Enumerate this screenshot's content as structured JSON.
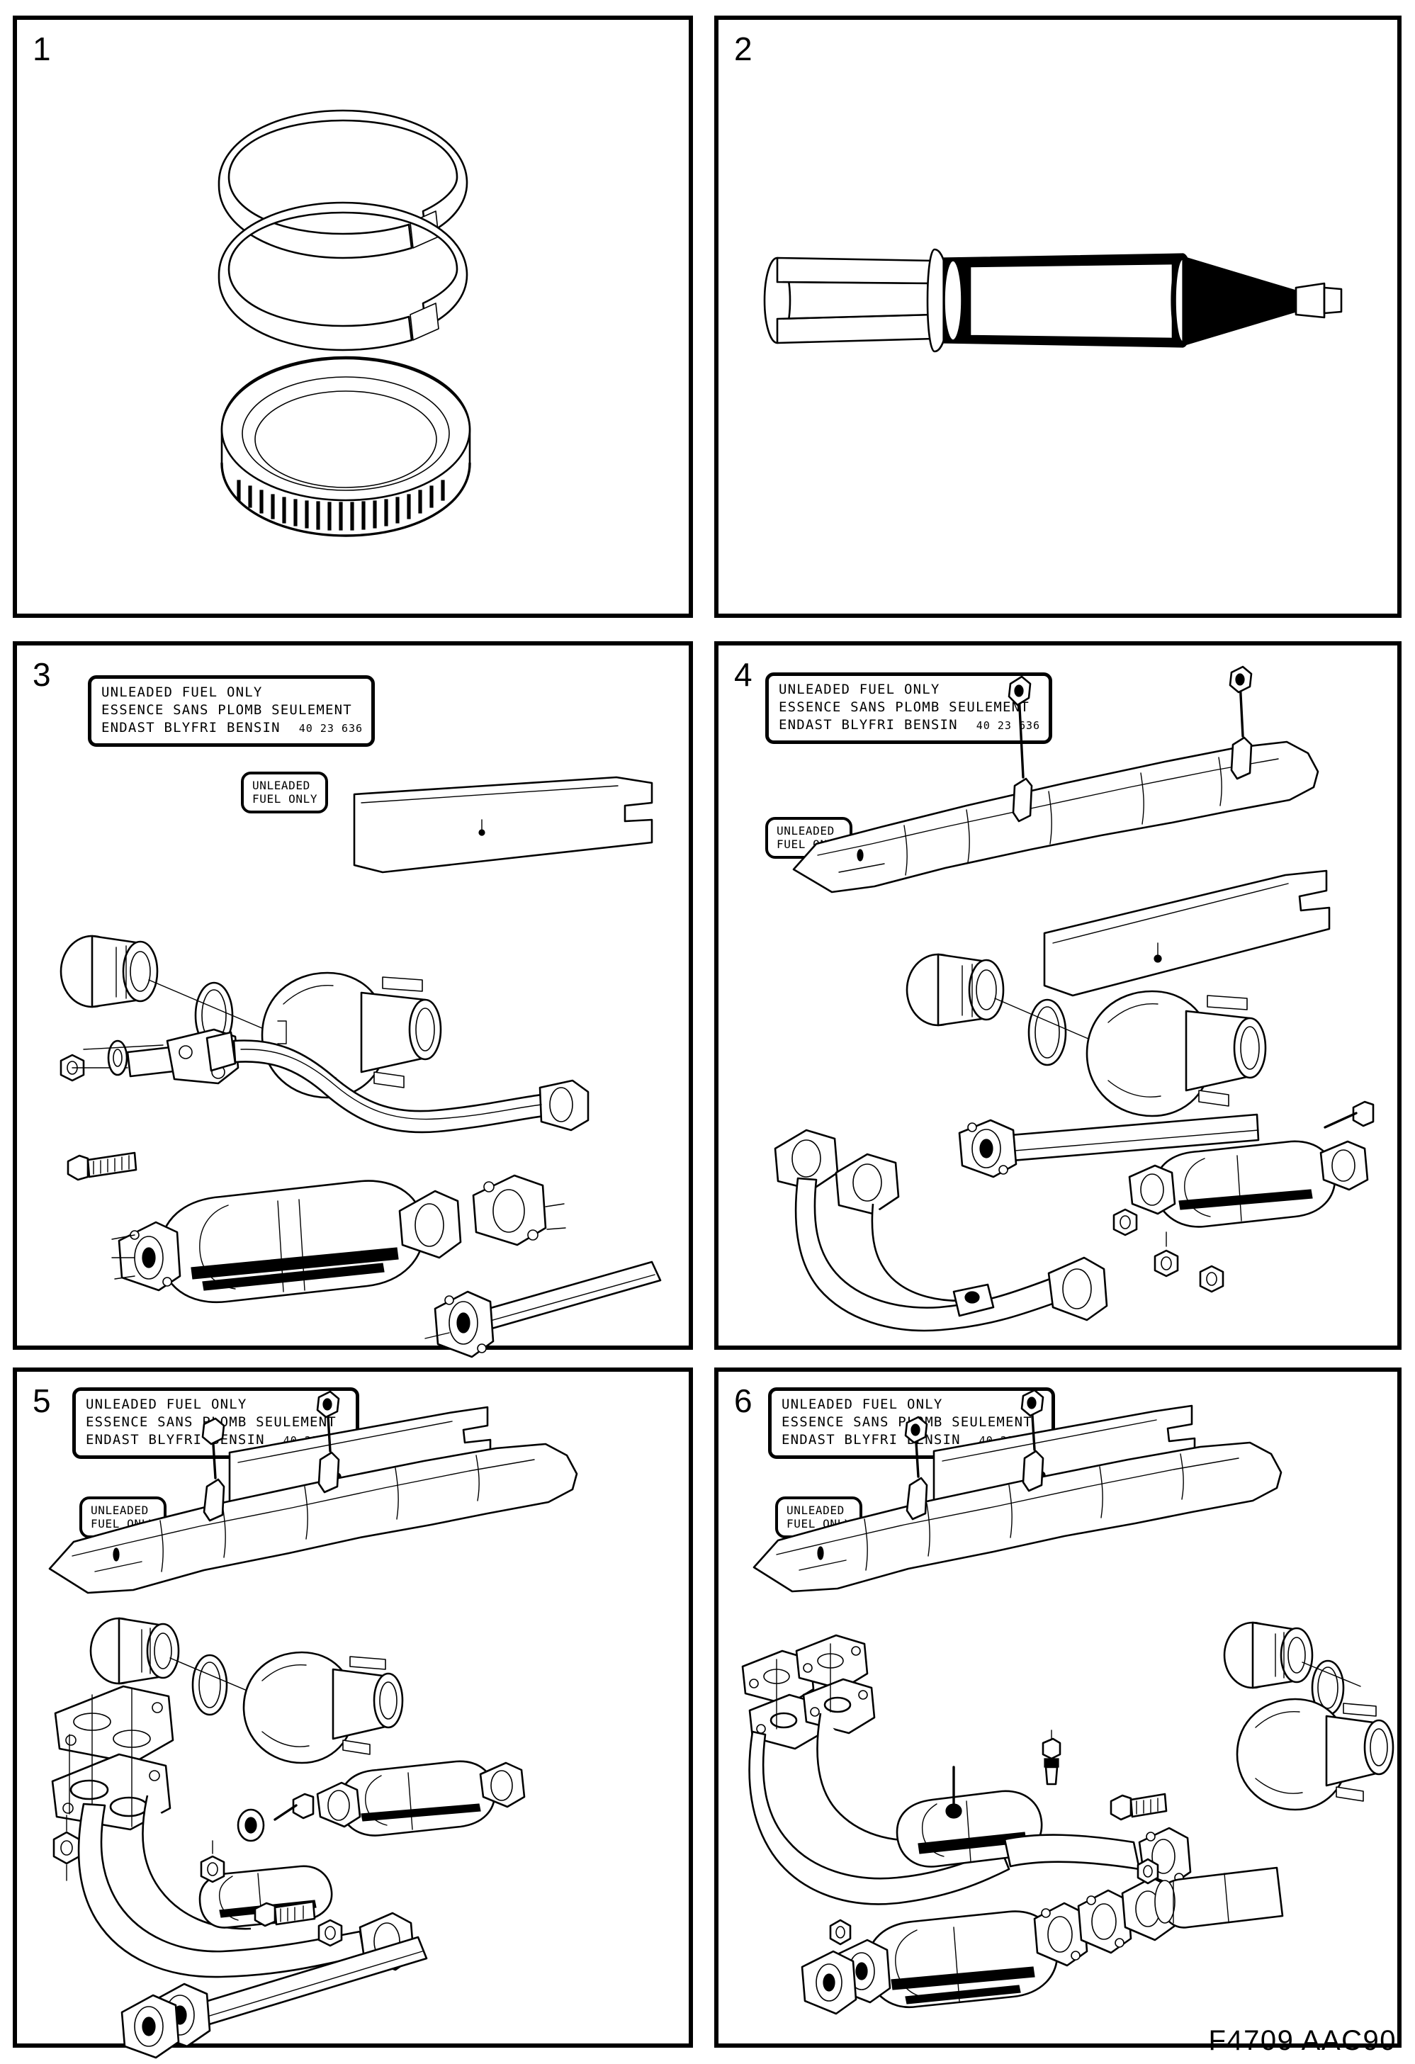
{
  "sheet": {
    "caption": "F4709 AAC90",
    "panel_count": 6,
    "line_color": "#000000",
    "background_color": "#ffffff"
  },
  "decals": {
    "large": {
      "line1": "UNLEADED FUEL ONLY",
      "line2": "ESSENCE SANS PLOMB SEULEMENT",
      "line3": "ENDAST BLYFRI BENSIN",
      "part_number": "40 23 636"
    },
    "small": {
      "line1": "UNLEADED",
      "line2": "FUEL ONLY"
    }
  },
  "panels": [
    {
      "number": "1",
      "title": "Piston rings and knurled filler ring",
      "parts": [
        {
          "name": "piston-ring-upper",
          "label": "Split piston ring (upper)"
        },
        {
          "name": "piston-ring-lower",
          "label": "Split piston ring (lower)"
        },
        {
          "name": "knurled-ring",
          "label": "Knurled restrictor ring"
        }
      ],
      "has_large_decal": false,
      "has_small_decal": false
    },
    {
      "number": "2",
      "title": "Sealant cartridge applicator gun",
      "parts": [
        {
          "name": "plunger-handle",
          "label": "Plunger handle"
        },
        {
          "name": "sealant-cartridge",
          "label": "Sealant cartridge body"
        },
        {
          "name": "cartridge-nozzle",
          "label": "Tapered nozzle tip"
        }
      ],
      "has_large_decal": false,
      "has_small_decal": false
    },
    {
      "number": "3",
      "title": "Fuel filler and single exhaust with catalytic converter",
      "parts": [
        {
          "name": "fuel-filler-cap",
          "label": "Fuel filler cap"
        },
        {
          "name": "sealing-ring",
          "label": "Sealing ring"
        },
        {
          "name": "filler-neck-housing",
          "label": "Filler neck housing"
        },
        {
          "name": "insulation-mat",
          "label": "Insulation mat"
        },
        {
          "name": "exhaust-front-pipe",
          "label": "Exhaust front pipe"
        },
        {
          "name": "flange-nut",
          "label": "Flange nut"
        },
        {
          "name": "washer",
          "label": "Washer"
        },
        {
          "name": "flange-bolt",
          "label": "Flange bolt"
        },
        {
          "name": "catalytic-converter",
          "label": "Catalytic converter"
        },
        {
          "name": "exhaust-gasket",
          "label": "Exhaust gasket"
        },
        {
          "name": "intermediate-pipe",
          "label": "Intermediate pipe"
        }
      ],
      "has_large_decal": true,
      "has_small_decal": true
    },
    {
      "number": "4",
      "title": "Fuel filler, heat shield and twin down-pipe assembly",
      "parts": [
        {
          "name": "heat-shield",
          "label": "Exhaust heat shield"
        },
        {
          "name": "shield-clip",
          "label": "Heat shield clip"
        },
        {
          "name": "shield-nut",
          "label": "Heat shield nut"
        },
        {
          "name": "insulation-mat",
          "label": "Insulation mat"
        },
        {
          "name": "fuel-filler-cap",
          "label": "Fuel filler cap"
        },
        {
          "name": "sealing-ring",
          "label": "Sealing ring"
        },
        {
          "name": "filler-neck-housing",
          "label": "Filler neck housing"
        },
        {
          "name": "twin-down-pipe",
          "label": "Twin down-pipe"
        },
        {
          "name": "exhaust-gasket",
          "label": "Exhaust gasket"
        },
        {
          "name": "catalytic-converter",
          "label": "Catalytic converter"
        },
        {
          "name": "flange-bolt",
          "label": "Flange bolt"
        },
        {
          "name": "intermediate-pipe",
          "label": "Intermediate pipe"
        }
      ],
      "has_large_decal": true,
      "has_small_decal": true
    },
    {
      "number": "5",
      "title": "Heat shield, Y-pipe with integral converter",
      "parts": [
        {
          "name": "heat-shield",
          "label": "Exhaust heat shield"
        },
        {
          "name": "shield-clip",
          "label": "Heat shield clip"
        },
        {
          "name": "shield-nut",
          "label": "Heat shield nut"
        },
        {
          "name": "insulation-mat",
          "label": "Insulation mat"
        },
        {
          "name": "fuel-filler-cap",
          "label": "Fuel filler cap"
        },
        {
          "name": "sealing-ring",
          "label": "Sealing ring"
        },
        {
          "name": "filler-neck-housing",
          "label": "Filler neck housing"
        },
        {
          "name": "manifold-gasket",
          "label": "Manifold gasket"
        },
        {
          "name": "manifold-flange",
          "label": "Manifold flange"
        },
        {
          "name": "y-pipe-converter",
          "label": "Y-pipe with converter"
        },
        {
          "name": "catalytic-converter",
          "label": "Catalytic converter"
        },
        {
          "name": "flange-nut",
          "label": "Flange nut"
        },
        {
          "name": "intermediate-pipe",
          "label": "Intermediate pipe"
        }
      ],
      "has_large_decal": true,
      "has_small_decal": true
    },
    {
      "number": "6",
      "title": "Heat shield, Y-pipe with pre-converter and main converter",
      "parts": [
        {
          "name": "heat-shield",
          "label": "Exhaust heat shield"
        },
        {
          "name": "shield-clip",
          "label": "Heat shield clip"
        },
        {
          "name": "shield-nut",
          "label": "Heat shield nut"
        },
        {
          "name": "insulation-mat",
          "label": "Insulation mat"
        },
        {
          "name": "fuel-filler-cap",
          "label": "Fuel filler cap"
        },
        {
          "name": "sealing-ring",
          "label": "Sealing ring"
        },
        {
          "name": "filler-neck-housing",
          "label": "Filler neck housing"
        },
        {
          "name": "manifold-gasket",
          "label": "Manifold gasket"
        },
        {
          "name": "y-pipe-preconverter",
          "label": "Y-pipe with pre-converter"
        },
        {
          "name": "oxygen-sensor",
          "label": "Oxygen sensor"
        },
        {
          "name": "flange-bolt",
          "label": "Flange bolt"
        },
        {
          "name": "catalytic-converter",
          "label": "Catalytic converter"
        },
        {
          "name": "exhaust-gasket",
          "label": "Exhaust gasket"
        },
        {
          "name": "intermediate-pipe",
          "label": "Intermediate pipe"
        }
      ],
      "has_large_decal": true,
      "has_small_decal": true
    }
  ]
}
